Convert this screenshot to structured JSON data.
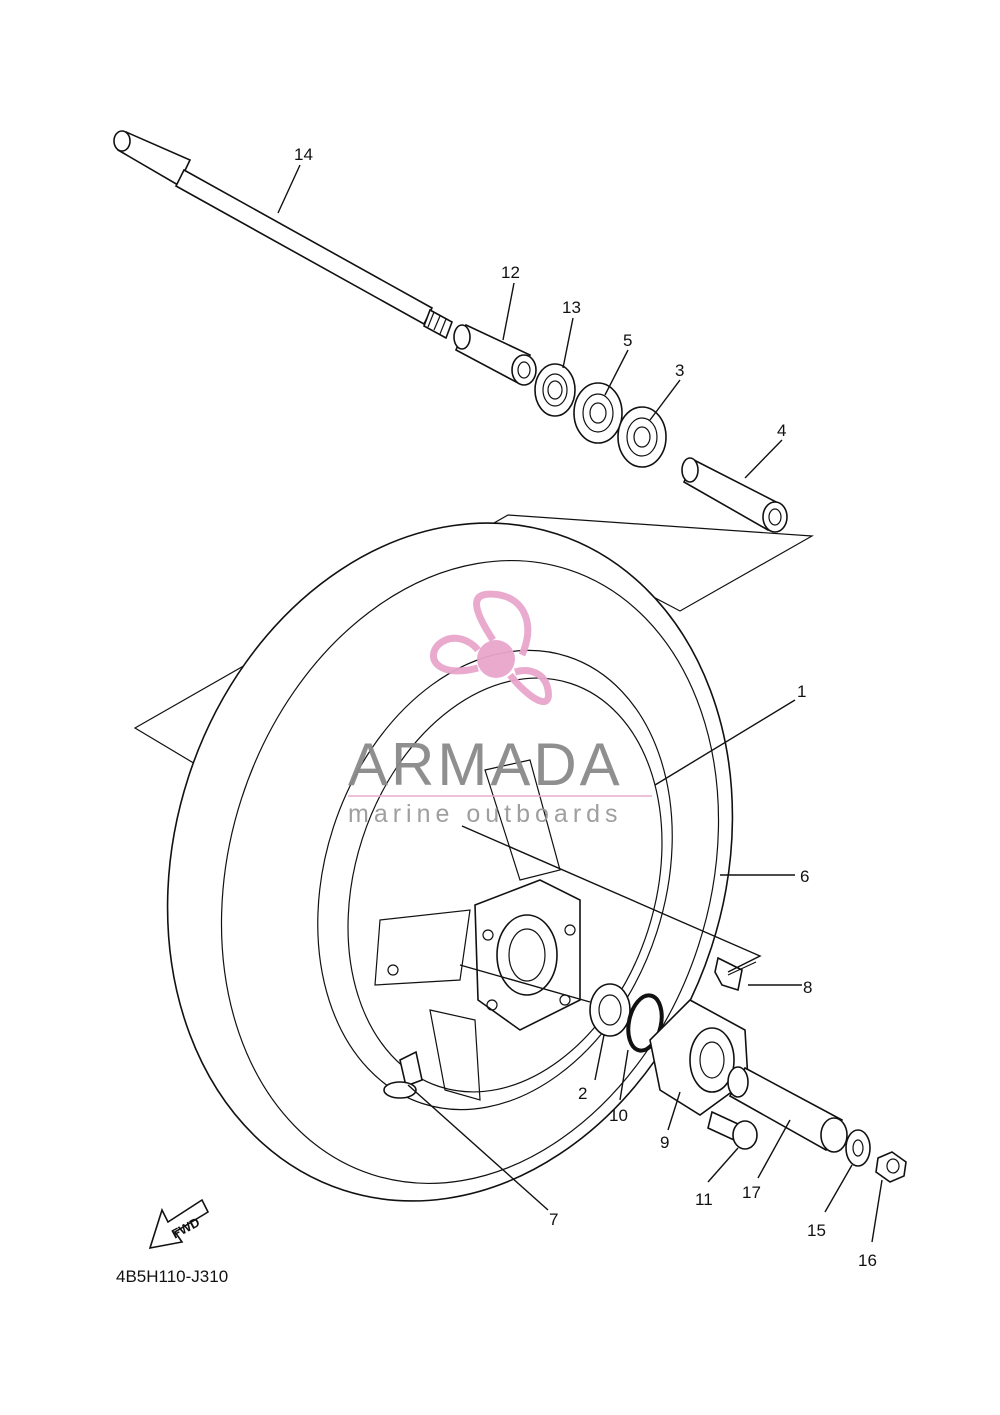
{
  "diagram": {
    "code": "4B5H110-J310",
    "fwd_label": "FWD",
    "callouts": [
      "1",
      "2",
      "3",
      "4",
      "5",
      "6",
      "7",
      "8",
      "9",
      "10",
      "11",
      "12",
      "13",
      "14",
      "15",
      "16",
      "17"
    ]
  },
  "watermark": {
    "brand": "ARMADA",
    "tagline": "marine outboards",
    "colors": {
      "logo": "#e8a6cc",
      "text": "#8a8a8a",
      "rule": "#e8a6cc"
    }
  }
}
